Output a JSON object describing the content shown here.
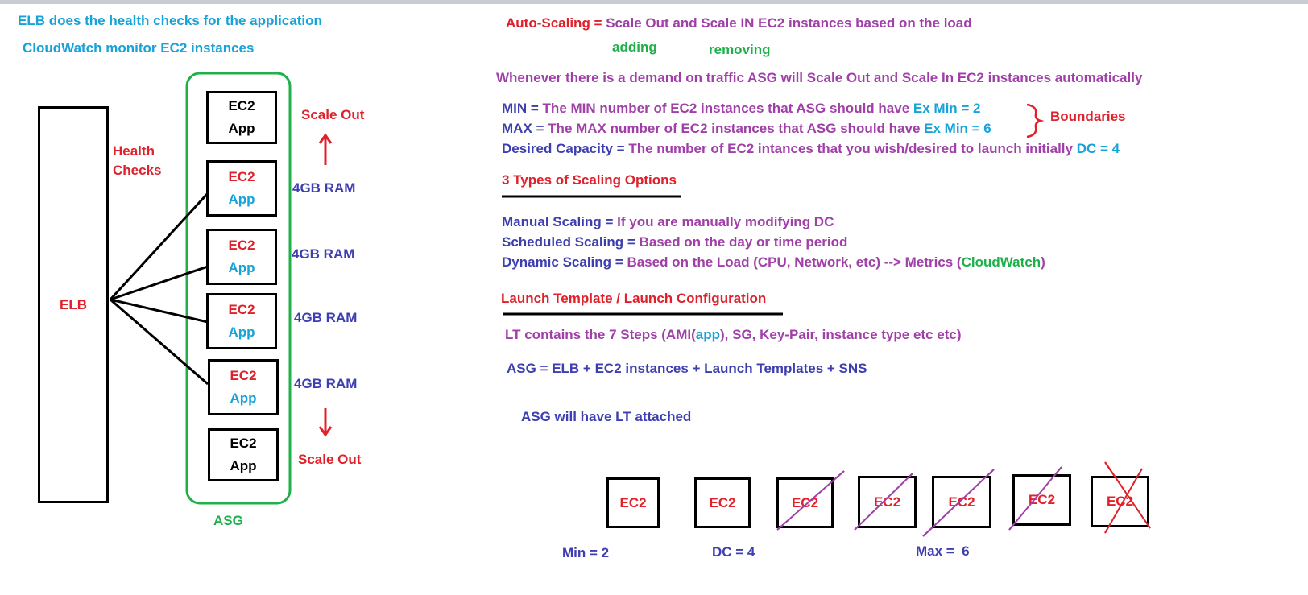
{
  "left": {
    "note_elb": "ELB does the health checks for the application",
    "note_cw": "CloudWatch monitor EC2 instances",
    "elb_label": "ELB",
    "health_checks": [
      "Health",
      "Checks"
    ],
    "asg_label": "ASG",
    "scale_out_top": "Scale Out",
    "scale_out_bottom": "Scale Out",
    "instances": [
      {
        "ec2": "EC2",
        "app": "App",
        "ram": ""
      },
      {
        "ec2": "EC2",
        "app": "App",
        "ram": "4GB RAM"
      },
      {
        "ec2": "EC2",
        "app": "App",
        "ram": "4GB RAM"
      },
      {
        "ec2": "EC2",
        "app": "App",
        "ram": "4GB RAM"
      },
      {
        "ec2": "EC2",
        "app": "App",
        "ram": "4GB RAM"
      },
      {
        "ec2": "EC2",
        "app": "App",
        "ram": ""
      }
    ]
  },
  "right": {
    "autoscaling_key": "Auto-Scaling =",
    "autoscaling_val": "Scale Out and Scale IN EC2 instances based on the load",
    "adding": "adding",
    "removing": "removing",
    "whenever": "Whenever there is a demand on traffic ASG will Scale Out and Scale In EC2 instances automatically",
    "min_key": "MIN =",
    "min_val": "The MIN number of EC2 instances that ASG should have",
    "min_ex": "Ex Min = 2",
    "max_key": "MAX =",
    "max_val": "The MAX number of EC2 instances that ASG should have",
    "max_ex": "Ex Min = 6",
    "boundaries": "Boundaries",
    "dc_key": "Desired Capacity =",
    "dc_val": "The number of EC2 intances that you wish/desired to launch initially",
    "dc_ex": "DC = 4",
    "types_heading": "3 Types of Scaling Options",
    "manual_key": "Manual Scaling =",
    "manual_val": "If you are manually modifying DC",
    "scheduled_key": "Scheduled Scaling =",
    "scheduled_val": "Based on the day or time period",
    "dynamic_key": "Dynamic Scaling =",
    "dynamic_val": "Based on the Load (CPU, Network, etc) --> Metrics (",
    "dynamic_cw": "CloudWatch",
    "dynamic_close": ")",
    "lt_heading": "Launch Template / Launch Configuration",
    "lt_a": "LT contains the 7 Steps (AMI(",
    "lt_app": "app",
    "lt_b": "), SG, Key-Pair, instance type etc etc)",
    "asg_eq": "ASG = ELB + EC2 instances + Launch Templates + SNS",
    "asg_lt": "ASG will have LT attached",
    "bottom_boxes": [
      "EC2",
      "EC2",
      "EC2",
      "EC2",
      "EC2",
      "EC2",
      "EC2"
    ],
    "min_label": "Min = 2",
    "dc_label": "DC = 4",
    "max_label": "Max =  6"
  },
  "colors": {
    "blue": "#17a2d8",
    "red": "#e0202a",
    "green": "#1fb04a",
    "purple": "#a03fa8",
    "navy": "#3d3fb0"
  }
}
